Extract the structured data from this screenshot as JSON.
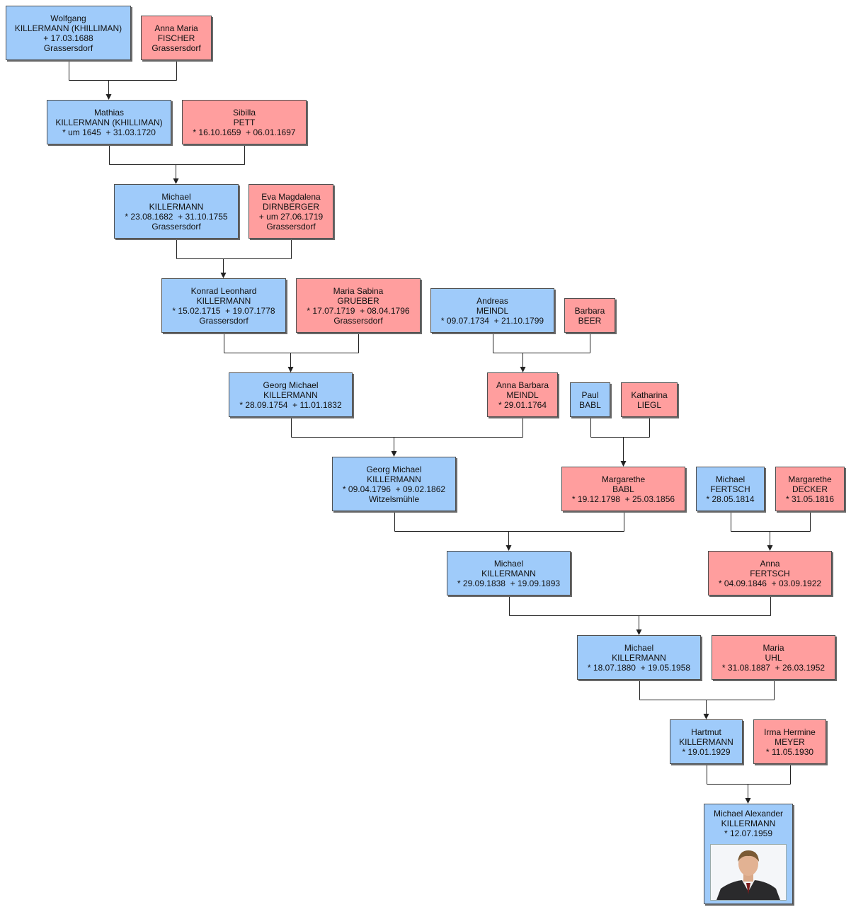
{
  "colors": {
    "male": "#9fcbfa",
    "female": "#ff9e9e",
    "line": "#222222"
  },
  "persons": {
    "p1": {
      "lines": [
        "Wolfgang",
        "KILLERMANN (KHILLIMAN)",
        "+ 17.03.1688",
        "Grassersdorf"
      ]
    },
    "p2": {
      "lines": [
        "Anna Maria",
        "FISCHER",
        "Grassersdorf"
      ]
    },
    "p3": {
      "lines": [
        "Mathias",
        "KILLERMANN (KHILLIMAN)",
        "* um 1645  + 31.03.1720"
      ]
    },
    "p4": {
      "lines": [
        "Sibilla",
        "PETT",
        "* 16.10.1659  + 06.01.1697"
      ]
    },
    "p5": {
      "lines": [
        "Michael",
        "KILLERMANN",
        "* 23.08.1682  + 31.10.1755",
        "Grassersdorf"
      ]
    },
    "p6": {
      "lines": [
        "Eva Magdalena",
        "DIRNBERGER",
        "+ um 27.06.1719",
        "Grassersdorf"
      ]
    },
    "p7": {
      "lines": [
        "Konrad Leonhard",
        "KILLERMANN",
        "* 15.02.1715  + 19.07.1778",
        "Grassersdorf"
      ]
    },
    "p8": {
      "lines": [
        "Maria Sabina",
        "GRUEBER",
        "* 17.07.1719  + 08.04.1796",
        "Grassersdorf"
      ]
    },
    "p9": {
      "lines": [
        "Andreas",
        "MEINDL",
        "* 09.07.1734  + 21.10.1799"
      ]
    },
    "p10": {
      "lines": [
        "Barbara",
        "BEER"
      ]
    },
    "p11": {
      "lines": [
        "Georg Michael",
        "KILLERMANN",
        "* 28.09.1754  + 11.01.1832"
      ]
    },
    "p12": {
      "lines": [
        "Anna Barbara",
        "MEINDL",
        "* 29.01.1764"
      ]
    },
    "p13": {
      "lines": [
        "Paul",
        "BABL"
      ]
    },
    "p14": {
      "lines": [
        "Katharina",
        "LIEGL"
      ]
    },
    "p15": {
      "lines": [
        "Georg Michael",
        "KILLERMANN",
        "* 09.04.1796  + 09.02.1862",
        "Witzelsmühle"
      ]
    },
    "p16": {
      "lines": [
        "Margarethe",
        "BABL",
        "* 19.12.1798  + 25.03.1856"
      ]
    },
    "p17": {
      "lines": [
        "Michael",
        "FERTSCH",
        "* 28.05.1814"
      ]
    },
    "p18": {
      "lines": [
        "Margarethe",
        "DECKER",
        "* 31.05.1816"
      ]
    },
    "p19": {
      "lines": [
        "Michael",
        "KILLERMANN",
        "* 29.09.1838  + 19.09.1893"
      ]
    },
    "p20": {
      "lines": [
        "Anna",
        "FERTSCH",
        "* 04.09.1846  + 03.09.1922"
      ]
    },
    "p21": {
      "lines": [
        "Michael",
        "KILLERMANN",
        "* 18.07.1880  + 19.05.1958"
      ]
    },
    "p22": {
      "lines": [
        "Maria",
        "UHL",
        "* 31.08.1887  + 26.03.1952"
      ]
    },
    "p23": {
      "lines": [
        "Hartmut",
        "KILLERMANN",
        "* 19.01.1929"
      ]
    },
    "p24": {
      "lines": [
        "Irma Hermine",
        "MEYER",
        "* 11.05.1930"
      ]
    },
    "p25": {
      "lines": [
        "Michael Alexander",
        "KILLERMANN",
        "* 12.07.1959"
      ]
    }
  }
}
